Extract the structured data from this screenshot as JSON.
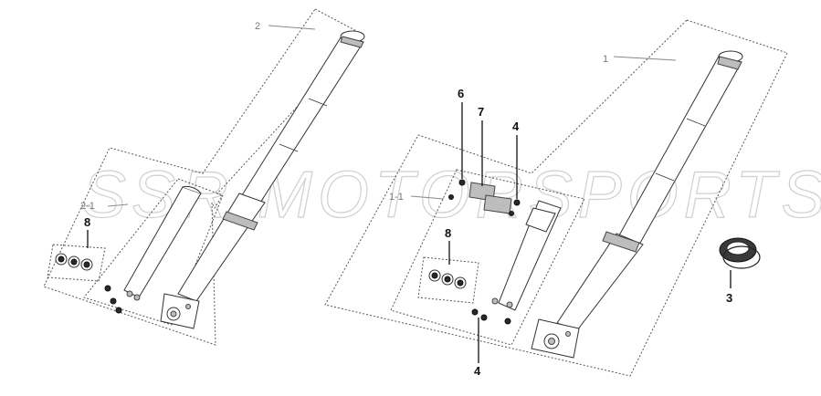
{
  "watermark": "SSR MOTORSPORTS",
  "callouts": {
    "fork_right": "1",
    "fork_right_sub": "1-1",
    "fork_left": "2",
    "fork_left_sub": "2-1",
    "oil_seal": "3",
    "bolt_top": "4",
    "bolt_bottom": "4",
    "washer": "6",
    "clamp": "7",
    "screw_set_left": "8",
    "screw_set_right": "8"
  },
  "colors": {
    "callout_dark": "#111111",
    "callout_light": "#777777",
    "watermark": "#cfcfcf",
    "outline": "#333333"
  }
}
